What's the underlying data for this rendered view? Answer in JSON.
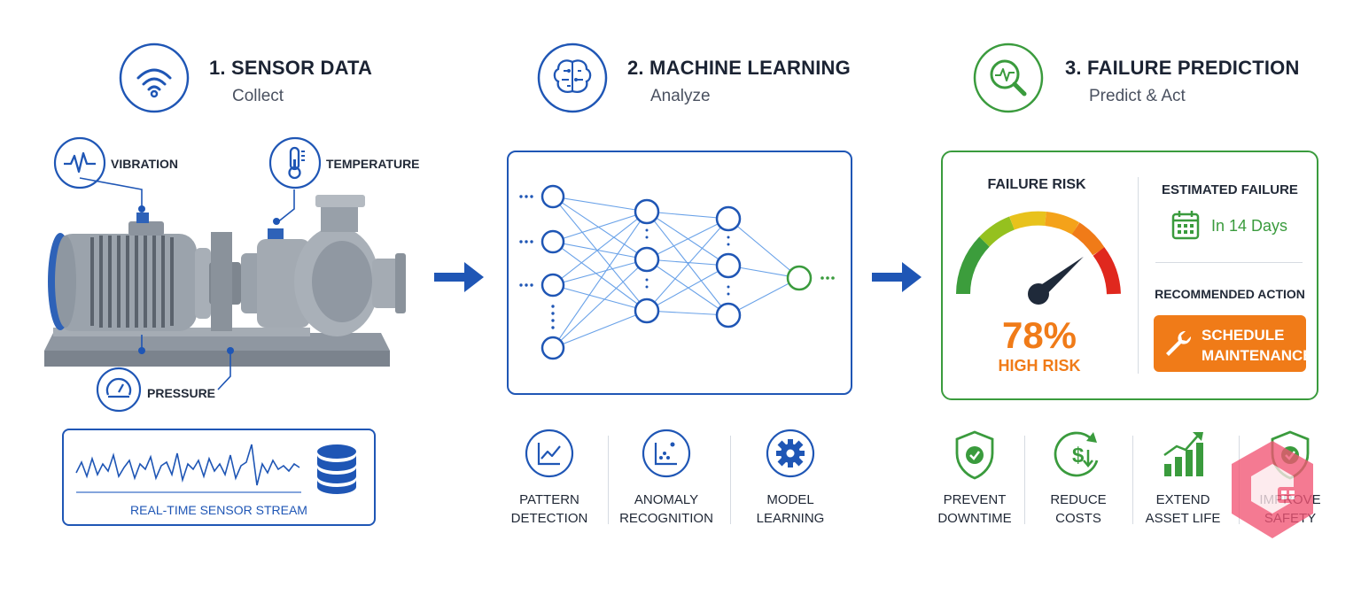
{
  "steps": [
    {
      "title": "1. SENSOR DATA",
      "subtitle": "Collect"
    },
    {
      "title": "2. MACHINE LEARNING",
      "subtitle": "Analyze"
    },
    {
      "title": "3. FAILURE PREDICTION",
      "subtitle": "Predict & Act"
    }
  ],
  "sensors": {
    "vibration": "VIBRATION",
    "temperature": "TEMPERATURE",
    "pressure": "PRESSURE",
    "stream_label": "REAL-TIME SENSOR STREAM"
  },
  "ml_features": [
    {
      "line1": "PATTERN",
      "line2": "DETECTION"
    },
    {
      "line1": "ANOMALY",
      "line2": "RECOGNITION"
    },
    {
      "line1": "MODEL",
      "line2": "LEARNING"
    }
  ],
  "prediction": {
    "risk_title": "FAILURE RISK",
    "risk_value": "78%",
    "risk_level": "HIGH RISK",
    "risk_fraction": 0.78,
    "estimated_title": "ESTIMATED FAILURE",
    "estimated_value": "In 14 Days",
    "action_title": "RECOMMENDED ACTION",
    "action_line1": "SCHEDULE",
    "action_line2": "MAINTENANCE"
  },
  "benefits": [
    {
      "line1": "PREVENT",
      "line2": "DOWNTIME"
    },
    {
      "line1": "REDUCE",
      "line2": "COSTS"
    },
    {
      "line1": "EXTEND",
      "line2": "ASSET LIFE"
    },
    {
      "line1": "IMPROVE",
      "line2": "SAFETY"
    }
  ],
  "colors": {
    "blue": "#1f56b5",
    "green": "#3a9b3d",
    "orange": "#f07b18",
    "red": "#e0281e"
  }
}
